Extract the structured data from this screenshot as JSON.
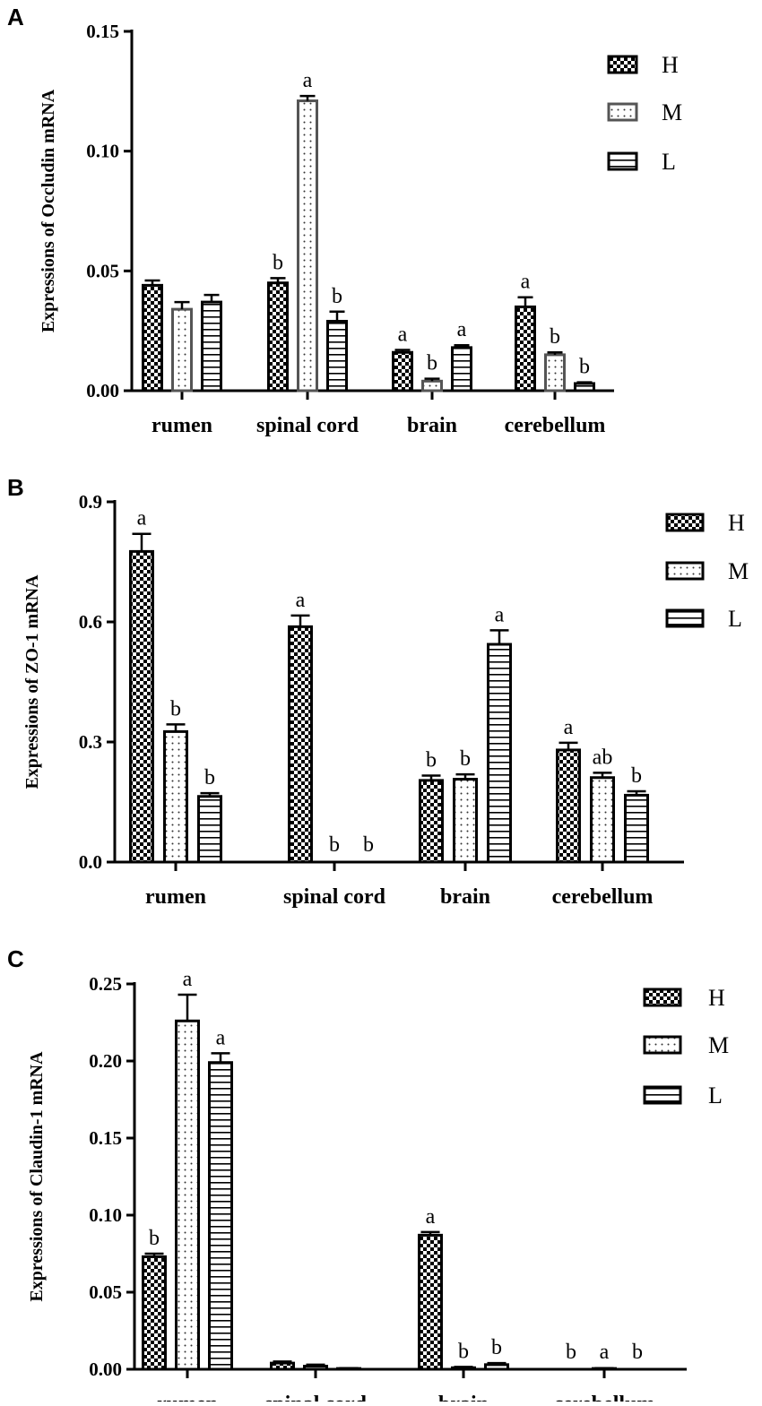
{
  "chart_data": [
    {
      "panel": "A",
      "type": "bar",
      "ylabel": "Expressions of Occludin mRNA",
      "ylim": [
        0,
        0.15
      ],
      "yticks": [
        "0.00",
        "0.05",
        "0.10",
        "0.15"
      ],
      "categories": [
        "rumen",
        "spinal cord",
        "brain",
        "cerebellum"
      ],
      "series": [
        {
          "name": "H",
          "values": [
            0.044,
            0.045,
            0.016,
            0.035
          ],
          "errors": [
            0.002,
            0.002,
            0.001,
            0.004
          ],
          "labels": [
            "",
            "b",
            "a",
            "a"
          ]
        },
        {
          "name": "M",
          "values": [
            0.034,
            0.121,
            0.004,
            0.015
          ],
          "errors": [
            0.003,
            0.002,
            0.001,
            0.001
          ],
          "labels": [
            "",
            "a",
            "b",
            "b"
          ]
        },
        {
          "name": "L",
          "values": [
            0.037,
            0.029,
            0.018,
            0.003
          ],
          "errors": [
            0.003,
            0.004,
            0.001,
            0.0005
          ],
          "labels": [
            "",
            "b",
            "a",
            "b"
          ]
        }
      ],
      "legend": [
        "H",
        "M",
        "L"
      ],
      "legend_position": "top-right"
    },
    {
      "panel": "B",
      "type": "bar",
      "ylabel": "Expressions of ZO-1 mRNA",
      "ylim": [
        0,
        0.9
      ],
      "yticks": [
        "0.0",
        "0.3",
        "0.6",
        "0.9"
      ],
      "categories": [
        "rumen",
        "spinal cord",
        "brain",
        "cerebellum"
      ],
      "series": [
        {
          "name": "H",
          "values": [
            0.776,
            0.588,
            0.204,
            0.28
          ],
          "errors": [
            0.044,
            0.028,
            0.012,
            0.018
          ],
          "labels": [
            "a",
            "a",
            "b",
            "a"
          ]
        },
        {
          "name": "M",
          "values": [
            0.326,
            0,
            0.207,
            0.211
          ],
          "errors": [
            0.018,
            0,
            0.012,
            0.012
          ],
          "labels": [
            "b",
            "b",
            "b",
            "ab"
          ]
        },
        {
          "name": "L",
          "values": [
            0.164,
            0,
            0.544,
            0.167
          ],
          "errors": [
            0.008,
            0,
            0.035,
            0.01
          ],
          "labels": [
            "b",
            "b",
            "a",
            "b"
          ]
        }
      ],
      "legend": [
        "H",
        "M",
        "L"
      ],
      "legend_position": "top-right"
    },
    {
      "panel": "C",
      "type": "bar",
      "ylabel": "Expressions of Claudin-1 mRNA",
      "ylim": [
        0,
        0.25
      ],
      "yticks": [
        "0.00",
        "0.05",
        "0.10",
        "0.15",
        "0.20",
        "0.25"
      ],
      "categories": [
        "rumen",
        "spinal cord",
        "brain",
        "cerebellum"
      ],
      "series": [
        {
          "name": "H",
          "values": [
            0.073,
            0.004,
            0.087,
            0
          ],
          "errors": [
            0.002,
            0.001,
            0.002,
            0
          ],
          "labels": [
            "b",
            "",
            "a",
            "b"
          ]
        },
        {
          "name": "M",
          "values": [
            0.226,
            0.002,
            0.001,
            0.0005
          ],
          "errors": [
            0.017,
            0.001,
            0.0005,
            0.0002
          ],
          "labels": [
            "a",
            "",
            "b",
            "a"
          ]
        },
        {
          "name": "L",
          "values": [
            0.199,
            0.0005,
            0.003,
            0
          ],
          "errors": [
            0.006,
            0.0002,
            0.001,
            0
          ],
          "labels": [
            "a",
            "",
            "b",
            "b"
          ]
        }
      ],
      "legend": [
        "H",
        "M",
        "L"
      ],
      "legend_position": "top-right"
    }
  ]
}
